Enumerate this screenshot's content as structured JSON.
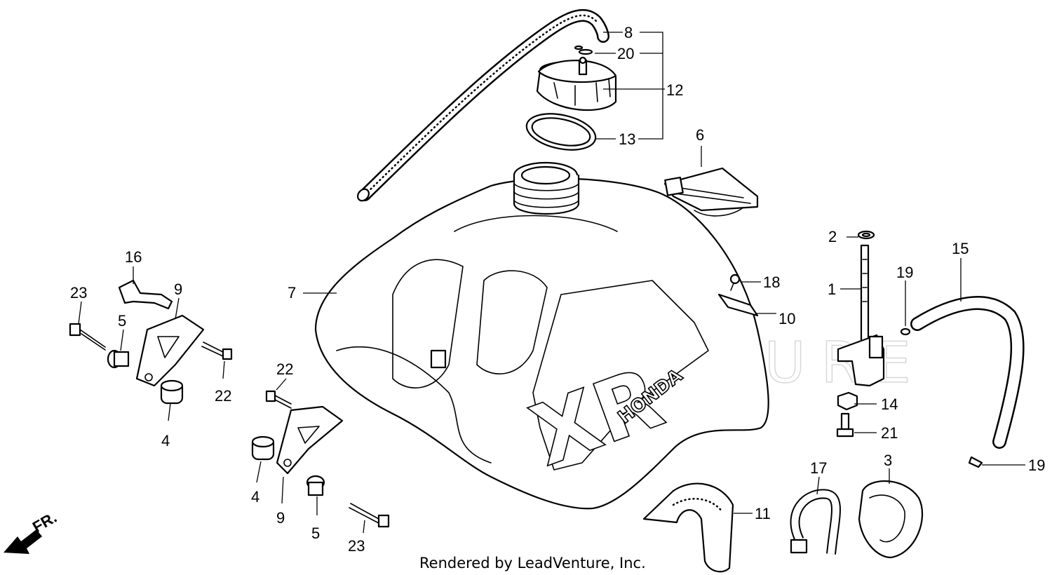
{
  "diagram": {
    "credit": "Rendered by LeadVenture, Inc.",
    "watermark": "LEADVENTURE",
    "direction_label": "FR.",
    "tank_logo_text": "HONDA",
    "tank_letters": "XR",
    "callouts": {
      "c1": "1",
      "c2": "2",
      "c3": "3",
      "c4a": "4",
      "c4b": "4",
      "c5a": "5",
      "c5b": "5",
      "c6": "6",
      "c7": "7",
      "c8": "8",
      "c9a": "9",
      "c9b": "9",
      "c10": "10",
      "c11": "11",
      "c12": "12",
      "c13": "13",
      "c14": "14",
      "c15": "15",
      "c16": "16",
      "c17": "17",
      "c18": "18",
      "c19a": "19",
      "c19b": "19",
      "c20": "20",
      "c21": "21",
      "c22a": "22",
      "c22b": "22",
      "c23a": "23",
      "c23b": "23"
    }
  }
}
